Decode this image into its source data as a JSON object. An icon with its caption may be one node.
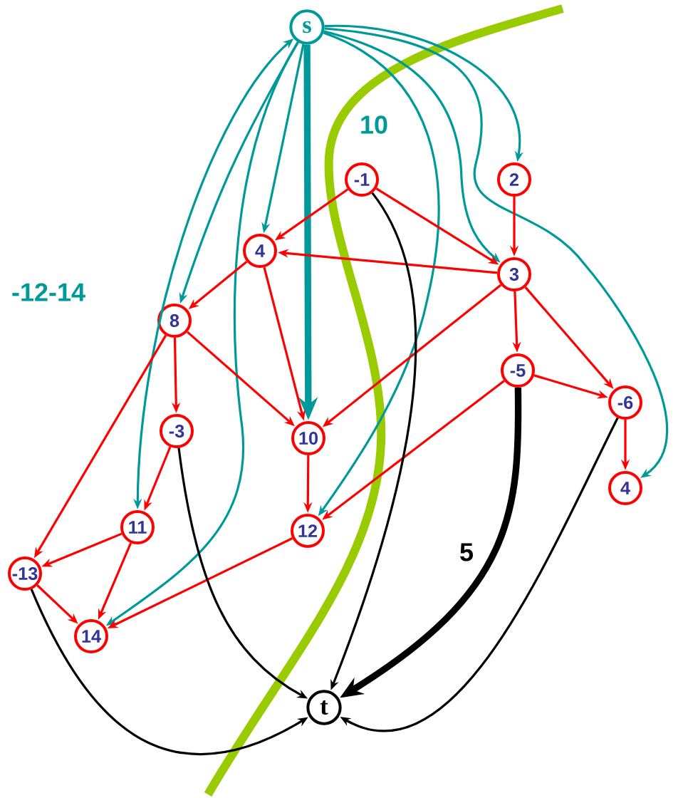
{
  "diagram": {
    "nodes": [
      {
        "text": [
          "s"
        ]
      },
      {
        "text": [
          "-1"
        ]
      },
      {
        "text": [
          "2"
        ]
      },
      {
        "text": [
          "4"
        ]
      },
      {
        "text": [
          "3"
        ]
      },
      {
        "text": [
          "8"
        ]
      },
      {
        "text": [
          "-5"
        ]
      },
      {
        "text": [
          "-6"
        ]
      },
      {
        "text": [
          "-3"
        ]
      },
      {
        "text": [
          "10"
        ]
      },
      {
        "text": [
          "4"
        ]
      },
      {
        "text": [
          "11"
        ]
      },
      {
        "text": [
          "12"
        ]
      },
      {
        "text": [
          "-13"
        ]
      },
      {
        "text": [
          "14"
        ]
      },
      {
        "text": [
          "t"
        ]
      }
    ],
    "edges": [
      {
        "from": 0,
        "to": 3,
        "arrow": "to",
        "color": "#009999"
      },
      {
        "from": 0,
        "to": 9,
        "arrow": "to",
        "color": "#009999",
        "style": "thick"
      },
      {
        "from": 0,
        "to": 5,
        "arrow": "to",
        "color": "#009999"
      },
      {
        "from": 0,
        "to": 11,
        "arrow": "both",
        "color": "#009999"
      },
      {
        "from": 0,
        "to": 14,
        "arrow": "to",
        "color": "#009999"
      },
      {
        "from": 0,
        "to": 12,
        "arrow": "to",
        "color": "#009999"
      },
      {
        "from": 0,
        "to": 4,
        "arrow": "to",
        "color": "#009999"
      },
      {
        "from": 0,
        "to": 2,
        "arrow": "to",
        "color": "#009999"
      },
      {
        "from": 0,
        "to": 10,
        "arrow": "to",
        "color": "#009999"
      },
      {
        "from": 1,
        "to": 3,
        "arrow": "to"
      },
      {
        "from": 1,
        "to": 4,
        "arrow": "to"
      },
      {
        "from": 2,
        "to": 4,
        "arrow": "to"
      },
      {
        "from": 4,
        "to": 3,
        "arrow": "to"
      },
      {
        "from": 3,
        "to": 5,
        "arrow": "to"
      },
      {
        "from": 3,
        "to": 9,
        "arrow": "to"
      },
      {
        "from": 4,
        "to": 9,
        "arrow": "to"
      },
      {
        "from": 4,
        "to": 6,
        "arrow": "to"
      },
      {
        "from": 4,
        "to": 7,
        "arrow": "to"
      },
      {
        "from": 5,
        "to": 8,
        "arrow": "to"
      },
      {
        "from": 5,
        "to": 9,
        "arrow": "to"
      },
      {
        "from": 5,
        "to": 13,
        "arrow": "to"
      },
      {
        "from": 6,
        "to": 7,
        "arrow": "to"
      },
      {
        "from": 6,
        "to": 12,
        "arrow": "to"
      },
      {
        "from": 7,
        "to": 10,
        "arrow": "to"
      },
      {
        "from": 8,
        "to": 11,
        "arrow": "to"
      },
      {
        "from": 9,
        "to": 12,
        "arrow": "to"
      },
      {
        "from": 11,
        "to": 13,
        "arrow": "to"
      },
      {
        "from": 11,
        "to": 14,
        "arrow": "to"
      },
      {
        "from": 13,
        "to": 14,
        "arrow": "to"
      },
      {
        "from": 12,
        "to": 14,
        "arrow": "to"
      },
      {
        "from": 1,
        "to": 15,
        "arrow": "to",
        "color": "#000000"
      },
      {
        "from": 6,
        "to": 15,
        "arrow": "to",
        "color": "#000000",
        "style": "thick"
      },
      {
        "from": 7,
        "to": 15,
        "arrow": "to",
        "color": "#000000"
      },
      {
        "from": 8,
        "to": 15,
        "arrow": "to",
        "color": "#000000"
      },
      {
        "from": 13,
        "to": 15,
        "arrow": "to",
        "color": "#000000"
      }
    ],
    "labels": [
      "-12-14",
      "10",
      "5"
    ]
  }
}
